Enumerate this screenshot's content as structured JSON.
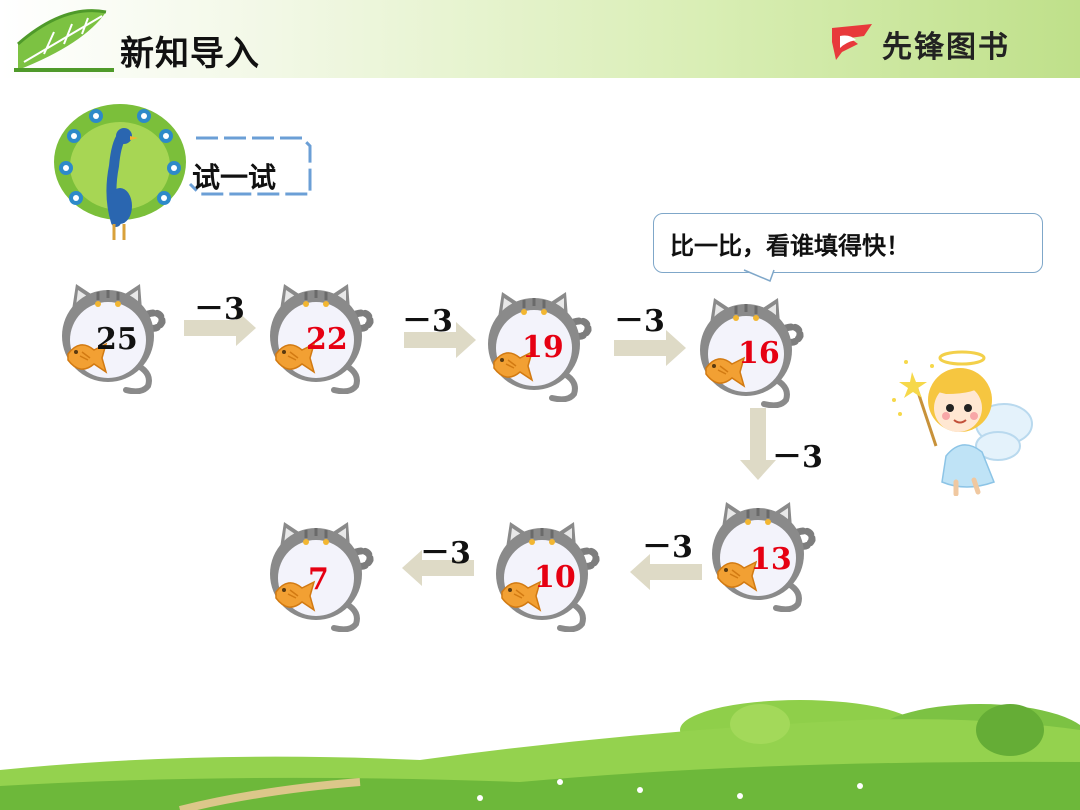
{
  "header": {
    "title": "新知导入",
    "brand": "先锋图书",
    "brand_color": "#e8393b"
  },
  "activity": {
    "label": "试一试"
  },
  "speech": {
    "text": "比一比，看谁填得快！"
  },
  "sequence": {
    "operation": "－3",
    "cats": [
      {
        "value": "25",
        "color": "#111111"
      },
      {
        "value": "22",
        "color": "#e60012"
      },
      {
        "value": "19",
        "color": "#e60012"
      },
      {
        "value": "16",
        "color": "#e60012"
      },
      {
        "value": "13",
        "color": "#e60012"
      },
      {
        "value": "10",
        "color": "#e60012"
      },
      {
        "value": "7",
        "color": "#e60012"
      }
    ]
  }
}
